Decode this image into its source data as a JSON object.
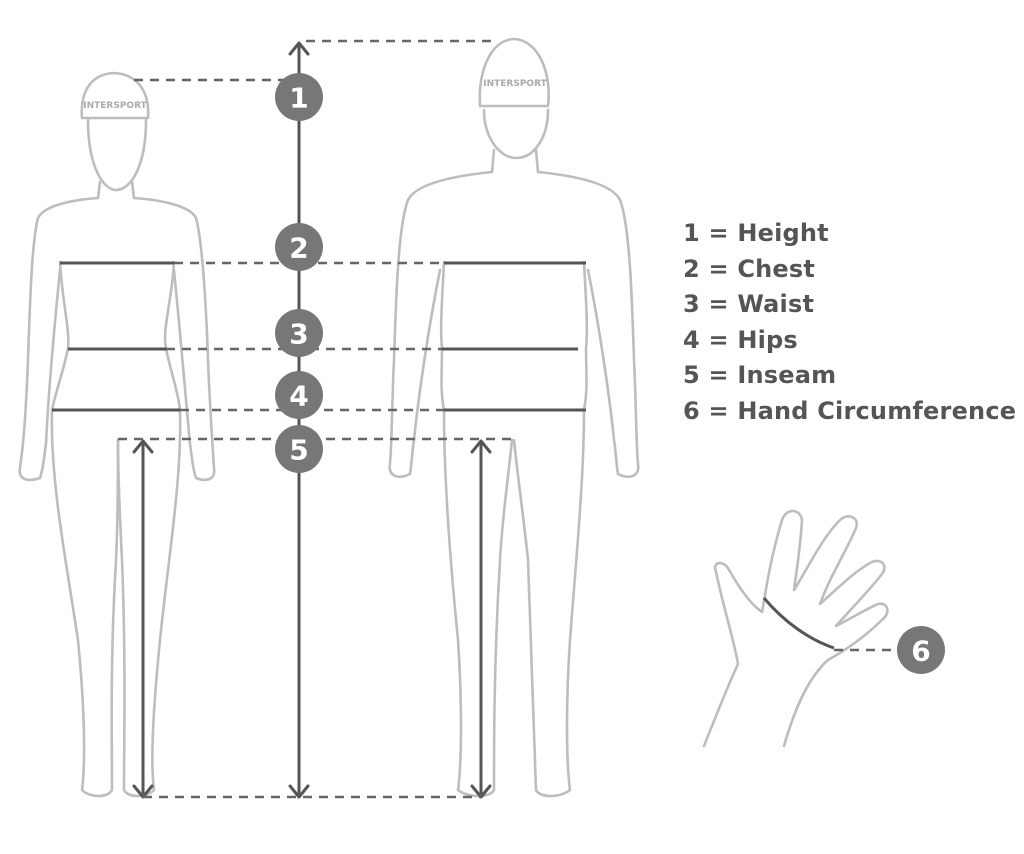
{
  "legend": [
    {
      "number": "1",
      "text": "1 = Height"
    },
    {
      "number": "2",
      "text": "2 = Chest"
    },
    {
      "number": "3",
      "text": "3 = Waist"
    },
    {
      "number": "4",
      "text": "4 = Hips"
    },
    {
      "number": "5",
      "text": "5 = Inseam"
    },
    {
      "number": "6",
      "text": "6 = Hand Circumference"
    }
  ],
  "cap_logo_text": "INTERSPORT",
  "colors": {
    "figure_outline": "#bdbdbd",
    "measure_line": "#555555",
    "badge": "#777777",
    "legend_text": "#555555"
  }
}
